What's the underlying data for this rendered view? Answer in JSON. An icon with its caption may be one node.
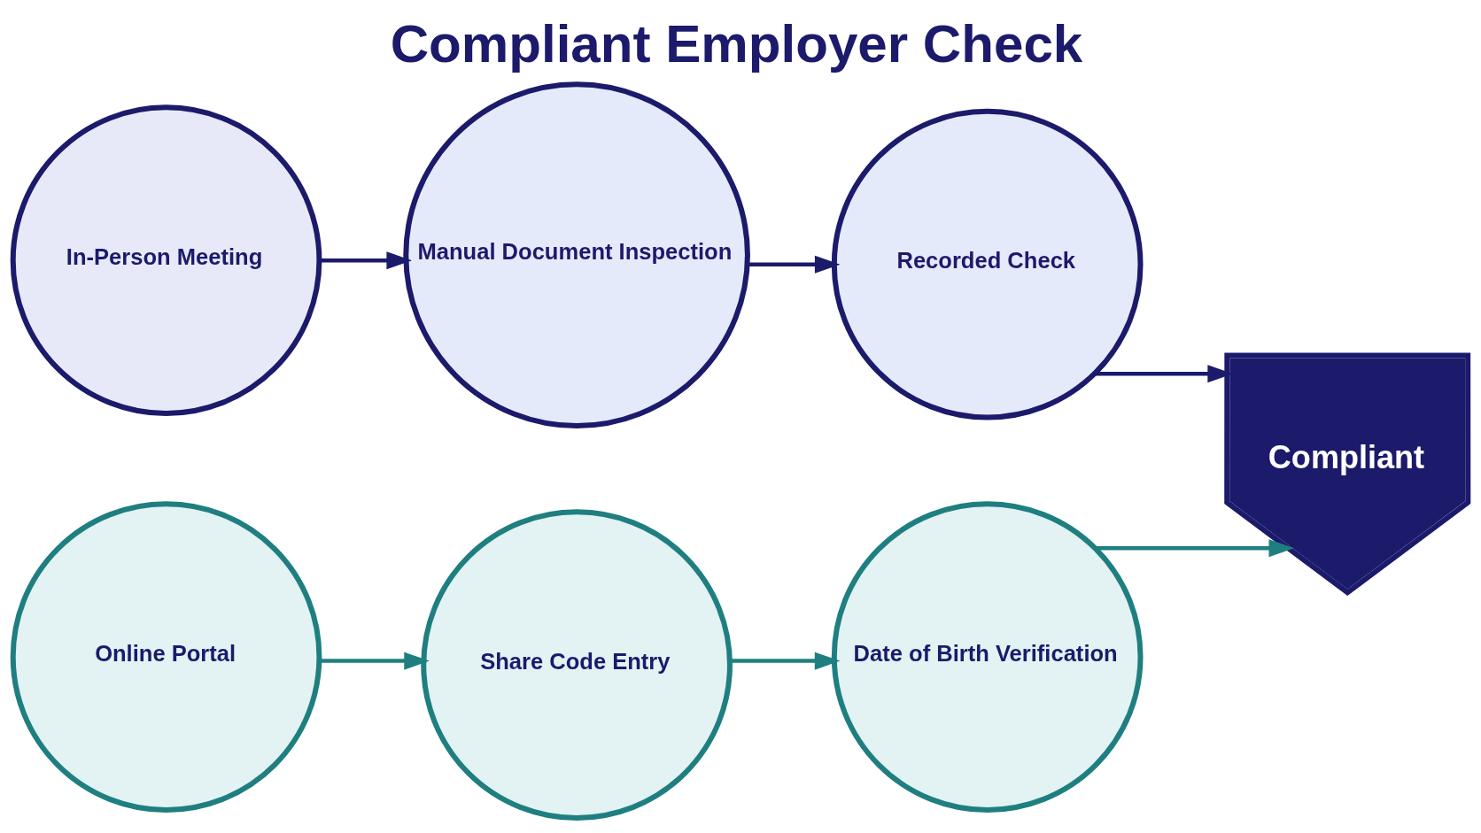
{
  "diagram": {
    "title": "Compliant Employer Check",
    "nodes": [
      {
        "text": [
          "In-Person Meeting"
        ]
      },
      {
        "text": [
          "Manual Document Inspection"
        ]
      },
      {
        "text": [
          "Recorded Check"
        ]
      },
      {
        "text": [
          "Online Portal"
        ]
      },
      {
        "text": [
          "Share Code Entry"
        ]
      },
      {
        "text": [
          "Date of Birth Verification"
        ]
      },
      {
        "text": [
          "Compliant"
        ]
      }
    ],
    "edges": [
      {
        "from": 0,
        "to": 1,
        "arrow": "to",
        "color": "#1b1a6b"
      },
      {
        "from": 1,
        "to": 2,
        "arrow": "to",
        "color": "#1b1a6b"
      },
      {
        "from": 2,
        "to": 6,
        "arrow": "to",
        "color": "#1b1a6b"
      },
      {
        "from": 3,
        "to": 4,
        "arrow": "to",
        "color": "#1f7f80"
      },
      {
        "from": 4,
        "to": 5,
        "arrow": "to",
        "color": "#1f7f80"
      },
      {
        "from": 5,
        "to": 6,
        "arrow": "to",
        "color": "#1f7f80"
      }
    ]
  }
}
